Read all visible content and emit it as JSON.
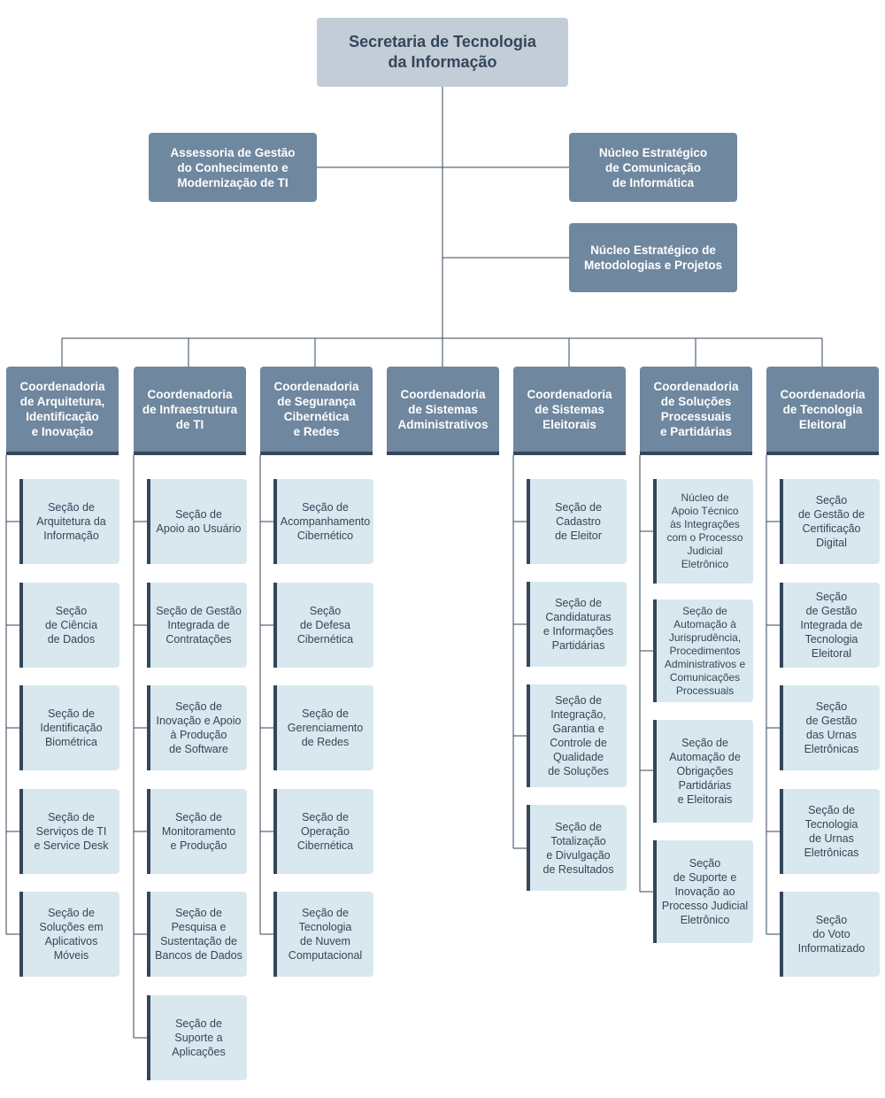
{
  "diagram": {
    "root": "Secretaria de Tecnologia\nda Informação",
    "assessoria": "Assessoria de Gestão\ndo Conhecimento e\nModernização de TI",
    "nucleo_comunicacao": "Núcleo Estratégico\nde Comunicação\nde Informática",
    "nucleo_metodologias": "Núcleo Estratégico de\nMetodologias e Projetos",
    "coordenadorias": [
      {
        "title": "Coordenadoria\nde Arquitetura,\nIdentificação\ne Inovação",
        "sections": [
          "Seção de\nArquitetura da\nInformação",
          "Seção\nde Ciência\nde Dados",
          "Seção de\nIdentificação\nBiométrica",
          "Seção de\nServiços de TI\ne Service Desk",
          "Seção de\nSoluções em\nAplicativos\nMóveis"
        ]
      },
      {
        "title": "Coordenadoria\nde Infraestrutura\nde TI",
        "sections": [
          "Seção de\nApoio ao Usuário",
          "Seção de Gestão\nIntegrada de\nContratações",
          "Seção de\nInovação e Apoio\nà Produção\nde Software",
          "Seção de\nMonitoramento\ne Produção",
          "Seção de\nPesquisa e\nSustentação de\nBancos de Dados",
          "Seção de\nSuporte a\nAplicações"
        ]
      },
      {
        "title": "Coordenadoria\nde Segurança\nCibernética\ne Redes",
        "sections": [
          "Seção de\nAcompanhamento\nCibernético",
          "Seção\nde Defesa\nCibernética",
          "Seção de\nGerenciamento\nde Redes",
          "Seção de\nOperação\nCibernética",
          "Seção de\nTecnologia\nde Nuvem\nComputacional"
        ]
      },
      {
        "title": "Coordenadoria\nde Sistemas\nAdministrativos",
        "sections": []
      },
      {
        "title": "Coordenadoria\nde Sistemas\nEleitorais",
        "sections": [
          "Seção de\nCadastro\nde Eleitor",
          "Seção de\nCandidaturas\ne Informações\nPartidárias",
          "Seção de\nIntegração,\nGarantia e\nControle de\nQualidade\nde Soluções",
          "Seção de\nTotalização\ne Divulgação\nde Resultados"
        ]
      },
      {
        "title": "Coordenadoria\nde Soluções\nProcessuais\ne Partidárias",
        "sections": [
          "Núcleo de\nApoio Técnico\nàs Integrações\ncom o Processo\nJudicial\nEletrônico",
          "Seção de\nAutomação à\nJurisprudência,\nProcedimentos\nAdministrativos e\nComunicações\nProcessuais",
          "Seção de\nAutomação de\nObrigações\nPartidárias\ne Eleitorais",
          "Seção\nde Suporte e\nInovação ao\nProcesso Judicial\nEletrônico"
        ]
      },
      {
        "title": "Coordenadoria\nde Tecnologia\nEleitoral",
        "sections": [
          "Seção\nde Gestão de\nCertificação\nDigital",
          "Seção\nde Gestão\nIntegrada de\nTecnologia\nEleitoral",
          "Seção\nde Gestão\ndas Urnas\nEletrônicas",
          "Seção de\nTecnologia\nde Urnas\nEletrônicas",
          "Seção\ndo Voto\nInformatizado"
        ]
      }
    ]
  }
}
